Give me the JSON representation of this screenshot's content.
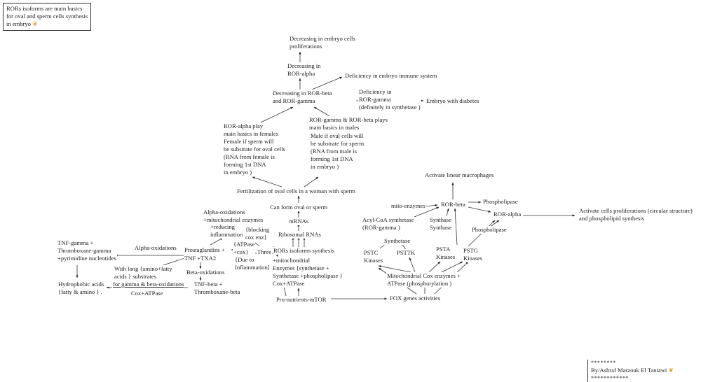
{
  "diagram": {
    "note": [
      "RORs isoforms are main basics",
      "for oval and sperm cells synthesis",
      "in embryo"
    ],
    "author": {
      "stars_top": "********",
      "line": "By/Ashraf Marzouk El Tantawi",
      "stars_bottom": "************"
    },
    "nodes": {
      "dec_prolif": [
        "Decreasing  in embryo cells",
        "proliferations"
      ],
      "dec_alpha": [
        "Decreasing in",
        "ROR-alpha"
      ],
      "def_immune": [
        "Deficiency in embryo immune system"
      ],
      "dec_beta_gamma": [
        "Decreasing in ROR-beta",
        "and ROR-gamma"
      ],
      "def_gamma": [
        "Deficiency in",
        "ROR-gamma",
        "(definitely in synthetase )"
      ],
      "diabetes": [
        "Embryo with diabetes"
      ],
      "alpha_females": [
        "ROR-alpha play",
        "main basics in females"
      ],
      "female_sperm": [
        "Female if sperm will",
        "be substrate for oval cells",
        "(RNA from female is",
        "forming 1st DNA",
        " in embryo )"
      ],
      "gamma_beta_males": [
        "ROR-gamma & ROR-beta plays",
        "main basics in males"
      ],
      "male_oval": [
        "Male if oval cells will",
        "be substrate for sperm",
        "(RNA from male is",
        "forming 1st DNA",
        "in embryo )"
      ],
      "fertilization": [
        "Fertilization of oval cells  in a woman with sperm"
      ],
      "can_form": [
        "Can form oval or sperm"
      ],
      "mrnas": [
        "mRNAs"
      ],
      "ribosomal": [
        "Ribosomal RNAs"
      ],
      "rors_synth": [
        "RORs isoforms synthesis"
      ],
      "mito_enzymes_left": [
        "+mitochondrial",
        "Enzymes {synthetase +",
        "Synthetase +phospholipase }",
        "Cox+ATPase"
      ],
      "pro_mtor": [
        "Pro-nutrients-mTOR"
      ],
      "fox": [
        "FOX genes activities"
      ],
      "alpha_ox_top": [
        "Alpha-oxidations",
        "+mitochondrial enzymes"
      ],
      "reducing": [
        "+reducing",
        "inflammation"
      ],
      "blocking": [
        "{blocking",
        "cox enz}"
      ],
      "pg": [
        "Prostaglandins +"
      ],
      "tnf_txa2": [
        "TNF +TXA2"
      ],
      "atpase_cox": [
        "{ATPase",
        "+cox}"
      ],
      "three": [
        "Three"
      ],
      "due": [
        "{Due to",
        "Inflammation]"
      ],
      "alpha_ox_left": [
        "Alpha-oxidations"
      ],
      "tnf_gamma": [
        "TNF-gamma +",
        "Thromboxane-gamma",
        "+pyrimidine nucleotides"
      ],
      "long_amino": [
        "With long {amino+fatty",
        "acids } substrates"
      ],
      "for_gamma_beta": [
        "for gamma & beta-oxidations"
      ],
      "cox_atpase_left": [
        "Cox+ATPase"
      ],
      "hydrophobic": [
        "Hydrophobic acids",
        "{fatty & amino } ."
      ],
      "beta_ox": [
        "Beta-oxidations"
      ],
      "tnf_beta": [
        "TNF-beta +",
        "Thromboxane-beta"
      ],
      "act_macro": [
        "Activate linear macrophages"
      ],
      "ror_beta": [
        "ROR-beta"
      ],
      "mito_enz_right": [
        "mito-enzymes"
      ],
      "phospholipase_top": [
        "Phospholipase"
      ],
      "ror_alpha": [
        "ROR-alpha"
      ],
      "act_prolif": [
        "Activate cells proliferations (circular structure)",
        "and phospholipid synthesis"
      ],
      "acyl": [
        "Acyl-CoA synthetase",
        "(ROR-gamma )"
      ],
      "synthase": [
        "Synthase",
        "Synthase"
      ],
      "phospholipase_mid": [
        "Phospholipase"
      ],
      "synthetase": [
        "Synthetase"
      ],
      "pstc": [
        "PSTC",
        "Kinases"
      ],
      "psttk": [
        "PSTTK"
      ],
      "psta": [
        "PSTA",
        "Kinases"
      ],
      "pstg": [
        "PSTG",
        "Kinases"
      ],
      "mito_cox": [
        "Mitochondrial Cox  enzymes +",
        "ATPase (phosphorylation )"
      ]
    }
  }
}
